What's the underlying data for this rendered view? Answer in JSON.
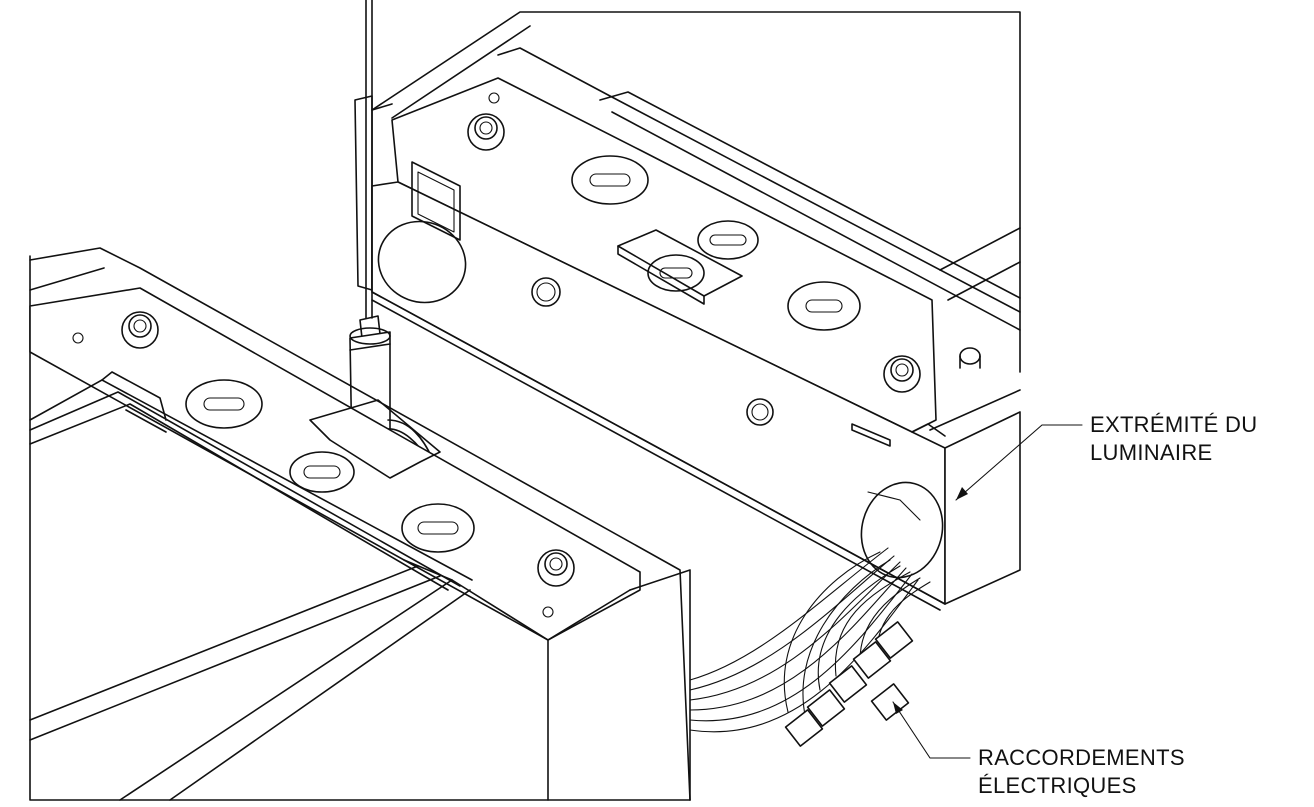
{
  "callouts": {
    "fixture_end": {
      "line1": "EXTRÉMITÉ DU",
      "line2": "LUMINAIRE"
    },
    "electrical": {
      "line1": "RACCORDEMENTS",
      "line2": "ÉLECTRIQUES"
    }
  },
  "colors": {
    "ink": "#111111",
    "paper": "#ffffff"
  }
}
